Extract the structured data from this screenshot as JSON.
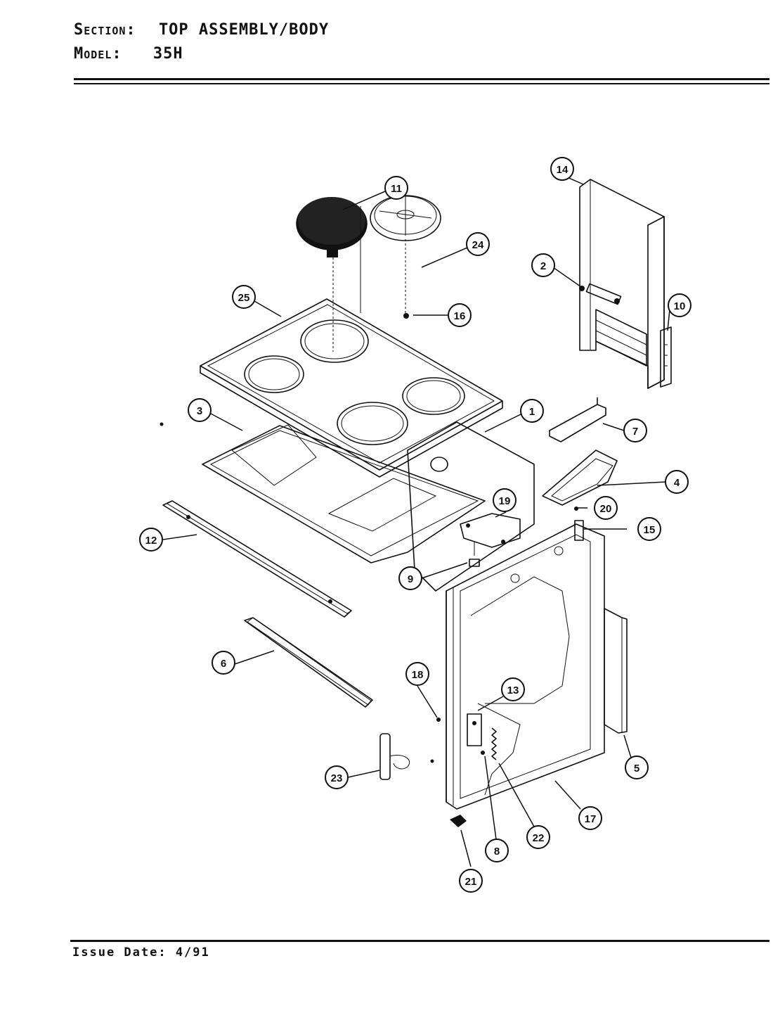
{
  "header": {
    "section_label": "Section:",
    "section_value": "TOP ASSEMBLY/BODY",
    "model_label": "Model:",
    "model_value": "35H"
  },
  "footer": {
    "issue_date": "Issue Date: 4/91"
  },
  "callouts": [
    "1",
    "2",
    "3",
    "4",
    "5",
    "6",
    "7",
    "8",
    "9",
    "10",
    "11",
    "12",
    "13",
    "14",
    "15",
    "16",
    "17",
    "18",
    "19",
    "20",
    "21",
    "22",
    "23",
    "24",
    "25"
  ]
}
